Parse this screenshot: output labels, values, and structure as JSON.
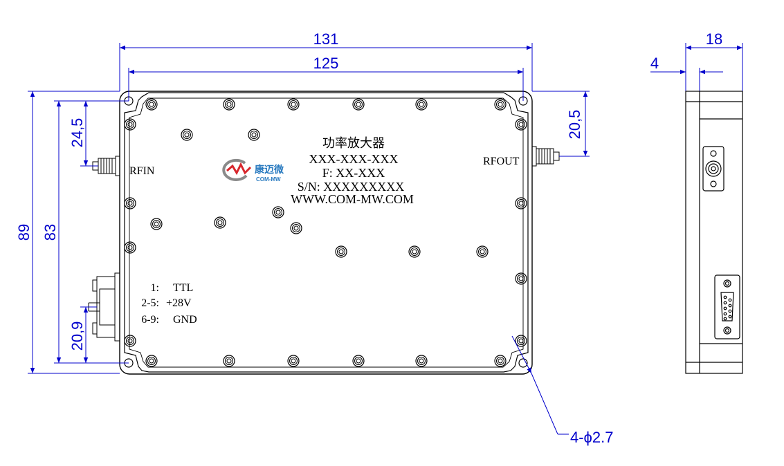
{
  "dimensions": {
    "width_overall": "131",
    "width_holes": "125",
    "height_overall": "89",
    "height_holes": "83",
    "rfin_offset": "24,5",
    "rfout_offset": "20,5",
    "connector_offset": "20,9",
    "side_thickness": "18",
    "side_flange": "4",
    "mount_holes": "4-ϕ2.7"
  },
  "ports": {
    "rf_in": "RFIN",
    "rf_out": "RFOUT"
  },
  "product_label": {
    "title": "功率放大器",
    "model": "XXX-XXX-XXX",
    "freq": "F: XX-XXX",
    "serial": "S/N: XXXXXXXXX",
    "website": "WWW.COM-MW.COM"
  },
  "logo": {
    "mark": "MW",
    "cn": "康迈微",
    "en": "COM-MW"
  },
  "pinout": [
    {
      "pin": "1:",
      "signal": "TTL"
    },
    {
      "pin": "2-5:",
      "signal": "+28V"
    },
    {
      "pin": "6-9:",
      "signal": "GND"
    }
  ],
  "colors": {
    "dimension_lines": "#0000cc",
    "outline": "#000000",
    "logo_red": "#d8262c",
    "logo_blue": "#2a7bc0"
  }
}
